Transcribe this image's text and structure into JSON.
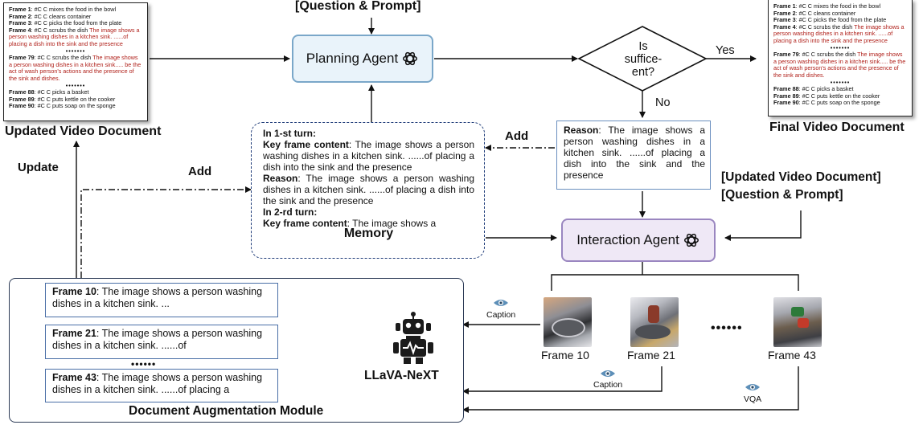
{
  "top_prompt": "[Question & Prompt]",
  "updated_doc": {
    "title": "Updated Video Document",
    "lines": [
      {
        "bold": "Frame 1",
        "text": ": #C C mixes the food in the bowl",
        "red": ""
      },
      {
        "bold": "Frame 2",
        "text": ": #C C cleans container",
        "red": ""
      },
      {
        "bold": "Frame 3",
        "text": ": #C C picks the food from the plate",
        "red": ""
      },
      {
        "bold": "Frame 4",
        "text": ": #C C scrubs the dish ",
        "red": "The image shows a person washing dishes in a kitchen sink. ......of placing a dish into the sink and the presence"
      },
      {
        "bold": "",
        "text": "",
        "red": "",
        "dots": "•••••••"
      },
      {
        "bold": "Frame 79",
        "text": ": #C C scrubs the dish ",
        "red": "The image shows a person washing dishes in a kitchen sink..... be the act of wash person's actions and the presence of the sink and dishes."
      },
      {
        "bold": "",
        "text": "",
        "red": "",
        "dots": "•••••••"
      },
      {
        "bold": "Frame 88",
        "text": ": #C C picks a basket",
        "red": ""
      },
      {
        "bold": "Frame 89",
        "text": ": #C C puts kettle on the cooker",
        "red": ""
      },
      {
        "bold": "Frame 90",
        "text": ": #C C puts soap on the sponge",
        "red": ""
      }
    ]
  },
  "final_doc": {
    "title": "Final Video Document",
    "lines": [
      {
        "bold": "Frame 1",
        "text": ": #C C mixes the food in the bowl",
        "red": ""
      },
      {
        "bold": "Frame 2",
        "text": ": #C C cleans container",
        "red": ""
      },
      {
        "bold": "Frame 3",
        "text": ": #C C picks the food from the plate",
        "red": ""
      },
      {
        "bold": "Frame 4",
        "text": ": #C C scrubs the dish ",
        "red": "The image shows a person washing dishes in a kitchen sink. ......of placing a dish into the sink and the presence"
      },
      {
        "bold": "",
        "text": "",
        "red": "",
        "dots": "•••••••"
      },
      {
        "bold": "Frame 79",
        "text": ": #C C scrubs the dish ",
        "red": "The image shows a person washing dishes in a kitchen sink..... be the act of wash person's actions and the presence of the sink and dishes."
      },
      {
        "bold": "",
        "text": "",
        "red": "",
        "dots": "•••••••"
      },
      {
        "bold": "Frame 88",
        "text": ": #C C picks a basket",
        "red": ""
      },
      {
        "bold": "Frame 89",
        "text": ": #C C puts kettle on the cooker",
        "red": ""
      },
      {
        "bold": "Frame 90",
        "text": ": #C C puts soap on the sponge",
        "red": ""
      }
    ]
  },
  "planning_agent": "Planning Agent",
  "interaction_agent": "Interaction Agent",
  "decision": {
    "line1": "Is",
    "line2": "suffice-",
    "line3": "ent?",
    "yes": "Yes",
    "no": "No"
  },
  "edge_labels": {
    "update": "Update",
    "add_left": "Add",
    "add_right": "Add"
  },
  "memory": {
    "title": "Memory",
    "turn1": "In 1-st turn:",
    "k1_label": "Key frame content",
    "k1_text": ": The image shows a person washing dishes in a kitchen sink. ......of placing a dish into the sink and the presence",
    "r1_label": "Reason",
    "r1_text": ": The image shows a person washing dishes in a kitchen sink. ......of placing a dish into the sink and the presence",
    "turn2": "In 2-rd turn:",
    "k2_label": "Key frame content",
    "k2_text": ": The image shows a"
  },
  "reason_box": {
    "label": "Reason",
    "text": ": The image shows a person washing dishes in a kitchen sink. ......of placing a dish into the sink and the presence"
  },
  "right_prompt": {
    "line1": "[Updated Video Document]",
    "line2": "[Question & Prompt]"
  },
  "dam": {
    "title": "Document Augmentation Module",
    "frames": [
      {
        "bold": "Frame 10",
        "text": ": The image shows a person washing dishes in a kitchen sink. ..."
      },
      {
        "bold": "Frame 21",
        "text": ": The image shows a person washing dishes in a kitchen sink. ......of"
      },
      {
        "bold": "Frame 43",
        "text": ": The image shows a person washing dishes in a kitchen sink. ......of placing a"
      }
    ],
    "dots": "••••••",
    "model": "LLaVA-NeXT"
  },
  "frames": {
    "labels": [
      "Frame 10",
      "Frame 21",
      "Frame 43"
    ],
    "ellipsis": "••••••",
    "caption1": "Caption",
    "caption2": "Caption",
    "vqa": "VQA"
  }
}
